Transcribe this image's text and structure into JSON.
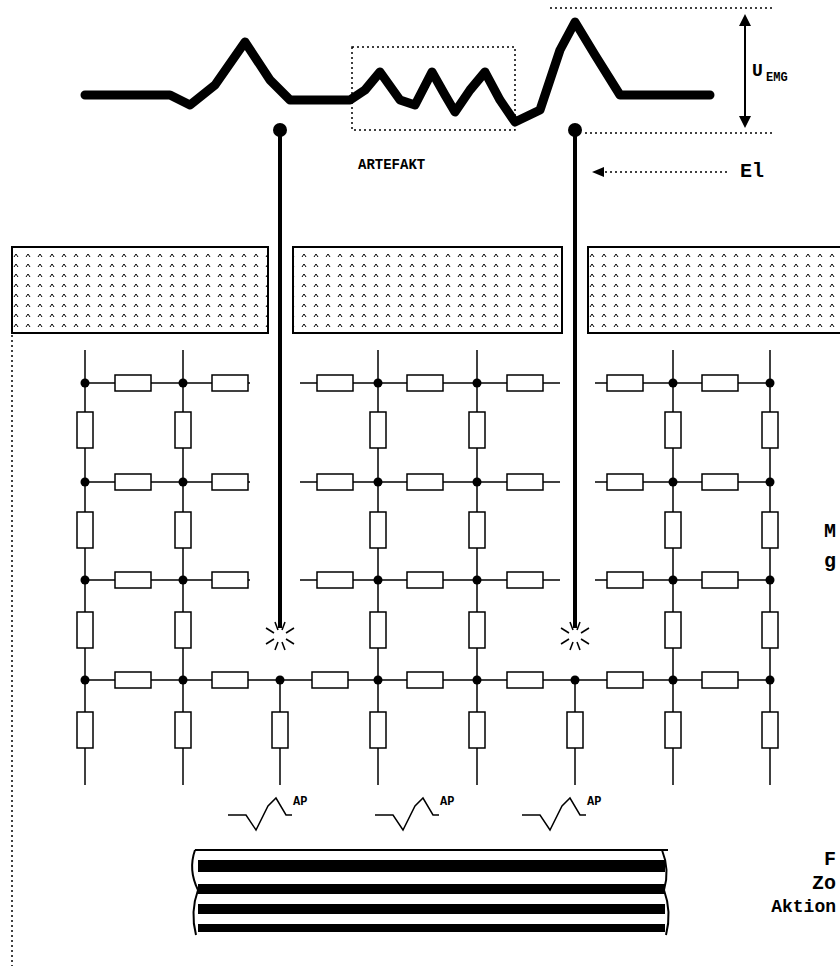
{
  "diagram": {
    "labels": [
      "U",
      "EMG",
      "ARTEFAKT",
      "El",
      "M",
      "g",
      "AP",
      "AP",
      "AP",
      "F",
      "Zo",
      "Aktion"
    ]
  }
}
